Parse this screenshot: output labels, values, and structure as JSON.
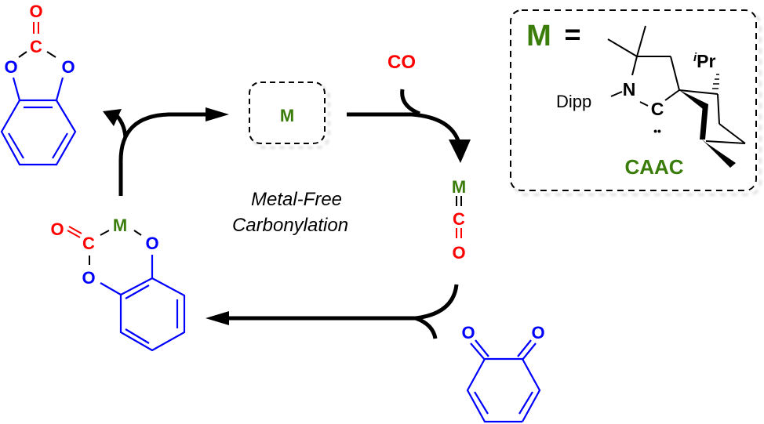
{
  "colors": {
    "oxygen_red": "#ff0000",
    "oxygen_blue": "#0000ff",
    "metal_green": "#3a7d0a",
    "bond_black": "#000000",
    "ring_blue": "#0000ff"
  },
  "cycle": {
    "caption_line1": "Metal-Free",
    "caption_line2": "Carbonylation"
  },
  "catalyst_box": {
    "label": "M"
  },
  "reagent_co": {
    "label": "CO"
  },
  "intermediate_mco": {
    "m": "M",
    "c": "C",
    "o": "O"
  },
  "product_carbonate": {
    "o_top": "O",
    "c": "C",
    "o_left": "O",
    "o_right": "O"
  },
  "intermediate_metallacycle": {
    "o_exo": "O",
    "c": "C",
    "m": "M",
    "o_right": "O",
    "o_left": "O"
  },
  "reagent_quinone": {
    "o_left": "O",
    "o_right": "O"
  },
  "legend": {
    "m_label": "M",
    "equals": "=",
    "dipp": "Dipp",
    "n": "N",
    "c": "C",
    "lone_pair": "••",
    "ipr_prefix": "i",
    "ipr": "Pr",
    "caac": "CAAC"
  }
}
